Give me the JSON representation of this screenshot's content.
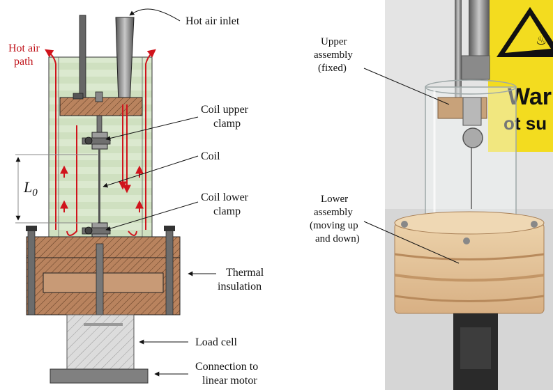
{
  "diagram": {
    "labels": {
      "hot_air_inlet": "Hot air inlet",
      "hot_air_path_line1": "Hot air",
      "hot_air_path_line2": "path",
      "coil_upper_clamp_line1": "Coil upper",
      "coil_upper_clamp_line2": "clamp",
      "coil": "Coil",
      "coil_lower_clamp_line1": "Coil lower",
      "coil_lower_clamp_line2": "clamp",
      "l0_symbol": "L",
      "l0_subscript": "0",
      "thermal_insulation_line1": "Thermal",
      "thermal_insulation_line2": "insulation",
      "load_cell": "Load cell",
      "connection_line1": "Connection to",
      "connection_line2": "linear motor"
    },
    "colors": {
      "air_arrow": "#d0141c",
      "wood": "#b9835e",
      "glass": "#dbe9cf",
      "steel": "#7d7d7d",
      "load_cell": "#dcdcdc"
    }
  },
  "photo": {
    "labels": {
      "upper_assembly_line1": "Upper",
      "upper_assembly_line2": "assembly",
      "upper_assembly_line3": "(fixed)",
      "lower_assembly_line1": "Lower",
      "lower_assembly_line2": "assembly",
      "lower_assembly_line3": "(moving up",
      "lower_assembly_line4": "and down)",
      "warning_line1": "Warn",
      "warning_line2": "ot su"
    },
    "colors": {
      "warning_yellow": "#f3dc1f",
      "wood_light": "#e7c89e",
      "wood_dark": "#c79a6a",
      "background": "#e4e4e4"
    }
  }
}
